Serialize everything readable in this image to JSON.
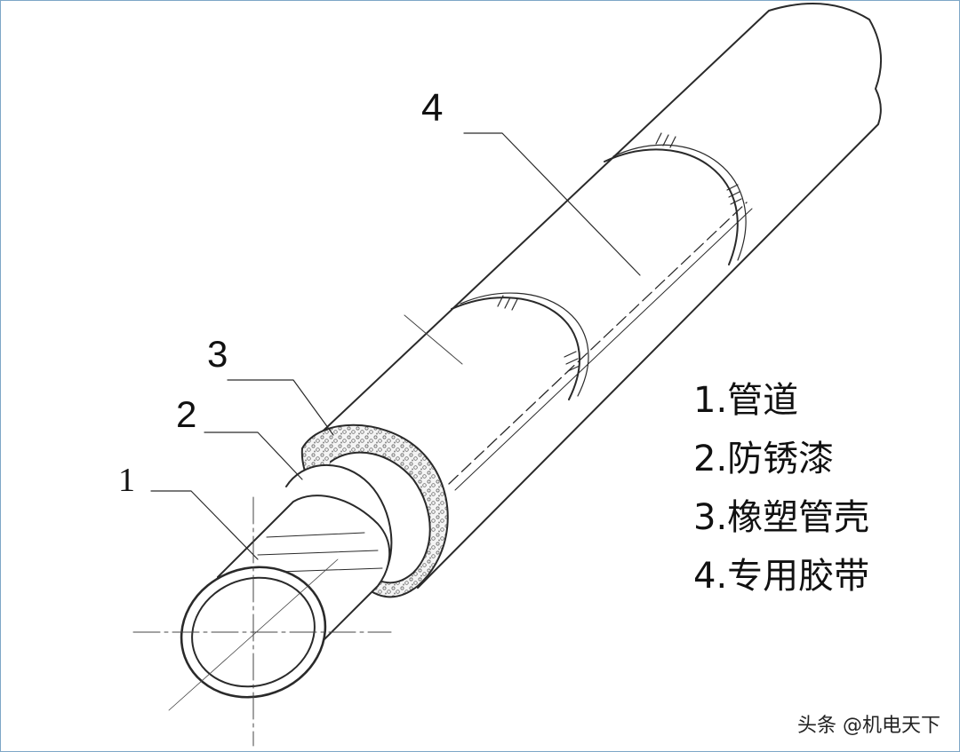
{
  "callouts": {
    "c1": "1",
    "c2": "2",
    "c3": "3",
    "c4": "4"
  },
  "legend": {
    "items": [
      "1.管道",
      "2.防锈漆",
      "3.橡塑管壳",
      "4.专用胶带"
    ]
  },
  "watermark": "头条 @机电天下",
  "colors": {
    "line": "#2a2a2a",
    "frame": "#7ea7c7",
    "background": "#ffffff"
  }
}
